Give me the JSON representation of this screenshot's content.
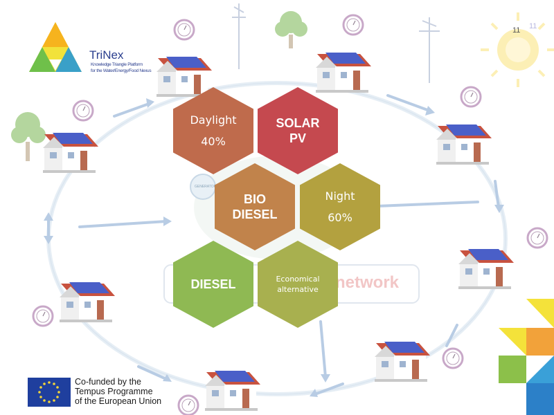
{
  "slide": {
    "page_number": "11"
  },
  "logo": {
    "title": "TriNex",
    "subtitle_line1": "Knowledge Triangle Platform",
    "subtitle_line2": "for the Water/Energy/Food Nexus"
  },
  "hexagons": [
    {
      "id": "daylight",
      "lines": [
        "Daylight",
        "40%"
      ],
      "color": "#bf6b4c"
    },
    {
      "id": "solar-pv",
      "lines": [
        "SOLAR",
        "PV"
      ],
      "color": "#c5494f"
    },
    {
      "id": "bio-diesel",
      "lines": [
        "BIO",
        "DIESEL"
      ],
      "color": "#c1834b"
    },
    {
      "id": "night",
      "lines": [
        "Night",
        "60%"
      ],
      "color": "#b3a13f"
    },
    {
      "id": "diesel",
      "lines": [
        "DIESEL"
      ],
      "color": "#8fb953"
    },
    {
      "id": "economical",
      "lines": [
        "Economical",
        "alternative"
      ],
      "color": "#a8b04f"
    }
  ],
  "background": {
    "network_text": "network",
    "center_label": "GENERATOR"
  },
  "funding": {
    "line1": "Co-funded by the",
    "line2": "Tempus Programme",
    "line3": "of the European Union"
  }
}
